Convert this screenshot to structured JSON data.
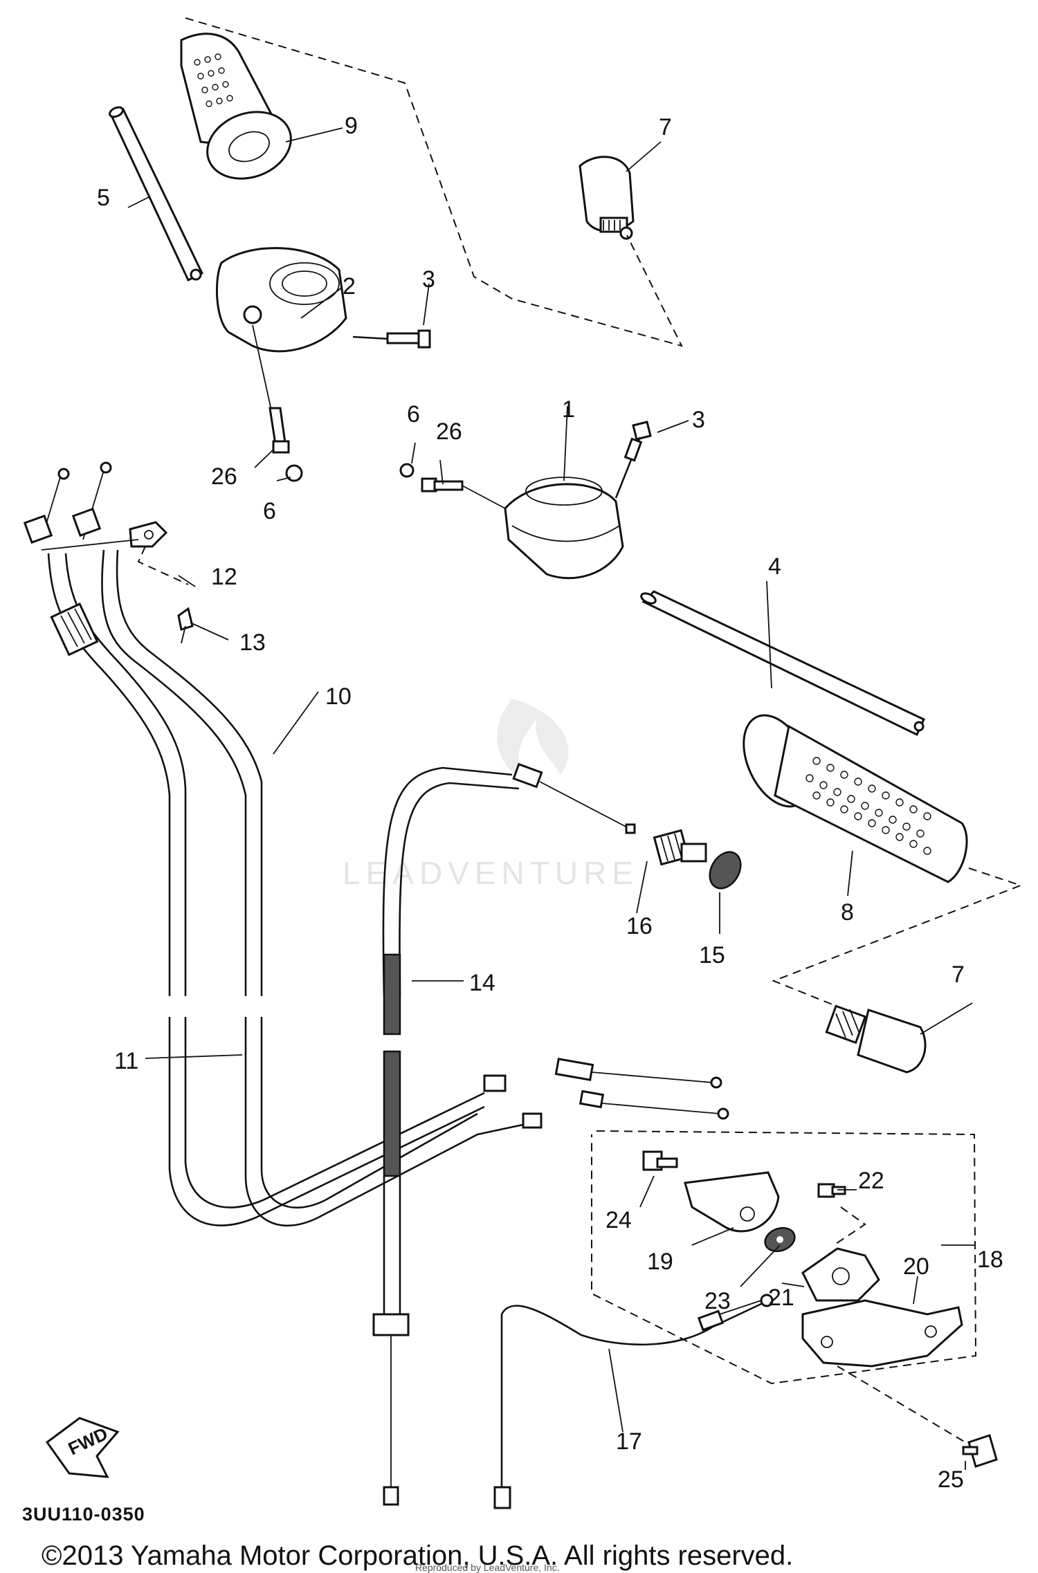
{
  "diagram": {
    "reference_code": "3UU110-0350",
    "direction_label": "FWD",
    "copyright": "©2013 Yamaha Motor Corporation, U.S.A. All rights reserved.",
    "small_print": "Reproduced by LeadVenture, Inc.",
    "watermark_text": "LEADVENTURE",
    "callouts": [
      {
        "id": "c1",
        "label": "1"
      },
      {
        "id": "c2",
        "label": "2"
      },
      {
        "id": "c3a",
        "label": "3"
      },
      {
        "id": "c3b",
        "label": "3"
      },
      {
        "id": "c4",
        "label": "4"
      },
      {
        "id": "c5",
        "label": "5"
      },
      {
        "id": "c6a",
        "label": "6"
      },
      {
        "id": "c6b",
        "label": "6"
      },
      {
        "id": "c7a",
        "label": "7"
      },
      {
        "id": "c7b",
        "label": "7"
      },
      {
        "id": "c8",
        "label": "8"
      },
      {
        "id": "c9",
        "label": "9"
      },
      {
        "id": "c10",
        "label": "10"
      },
      {
        "id": "c11",
        "label": "11"
      },
      {
        "id": "c12",
        "label": "12"
      },
      {
        "id": "c13",
        "label": "13"
      },
      {
        "id": "c14",
        "label": "14"
      },
      {
        "id": "c15",
        "label": "15"
      },
      {
        "id": "c16",
        "label": "16"
      },
      {
        "id": "c17",
        "label": "17"
      },
      {
        "id": "c18",
        "label": "18"
      },
      {
        "id": "c19",
        "label": "19"
      },
      {
        "id": "c20",
        "label": "20"
      },
      {
        "id": "c21",
        "label": "21"
      },
      {
        "id": "c22",
        "label": "22"
      },
      {
        "id": "c23",
        "label": "23"
      },
      {
        "id": "c24",
        "label": "24"
      },
      {
        "id": "c25",
        "label": "25"
      },
      {
        "id": "c26a",
        "label": "26"
      },
      {
        "id": "c26b",
        "label": "26"
      }
    ]
  }
}
